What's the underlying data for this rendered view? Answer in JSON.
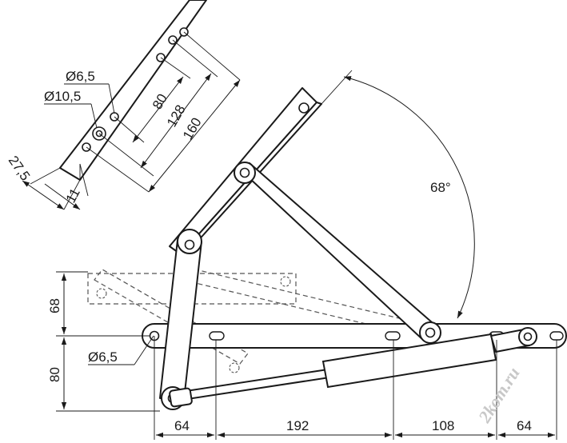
{
  "dimensions": {
    "top_hole_small": "Ø6,5",
    "top_hole_large": "Ø10,5",
    "spacing_80": "80",
    "spacing_128": "128",
    "spacing_160": "160",
    "width_27_5": "27,5",
    "width_11": "11",
    "angle": "68°",
    "height_68": "68",
    "height_80": "80",
    "base_hole": "Ø6,5",
    "base_64_left": "64",
    "base_192": "192",
    "base_108": "108",
    "base_64_right": "64"
  },
  "watermark": "2kom.ru"
}
